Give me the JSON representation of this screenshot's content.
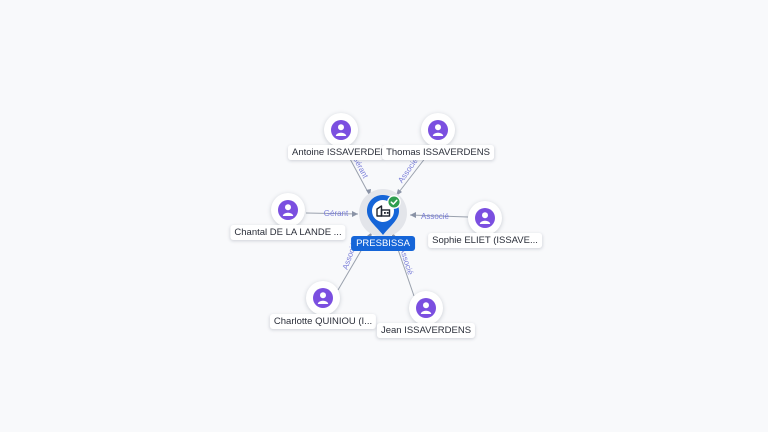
{
  "company": {
    "name": "PRESBISSA",
    "icon": "building-icon",
    "status_icon": "verified-check-icon",
    "colors": {
      "pin": "#1565d8",
      "status": "#2e9e4f"
    }
  },
  "people": [
    {
      "id": "antoine",
      "name": "Antoine ISSAVERDENS",
      "role": "Gérant"
    },
    {
      "id": "thomas",
      "name": "Thomas ISSAVERDENS",
      "role": "Associé"
    },
    {
      "id": "chantal",
      "name": "Chantal DE LA LANDE ...",
      "role": "Gérant"
    },
    {
      "id": "sophie",
      "name": "Sophie ELIET (ISSAVE...",
      "role": "Associé"
    },
    {
      "id": "charlotte",
      "name": "Charlotte QUINIOU (I...",
      "role": "Associé"
    },
    {
      "id": "jean",
      "name": "Jean ISSAVERDENS",
      "role": "Associé"
    }
  ],
  "colors": {
    "person_fill": "#7b4fe0",
    "edge_label": "#7b7fd9",
    "edge": "#9aa1ad"
  }
}
